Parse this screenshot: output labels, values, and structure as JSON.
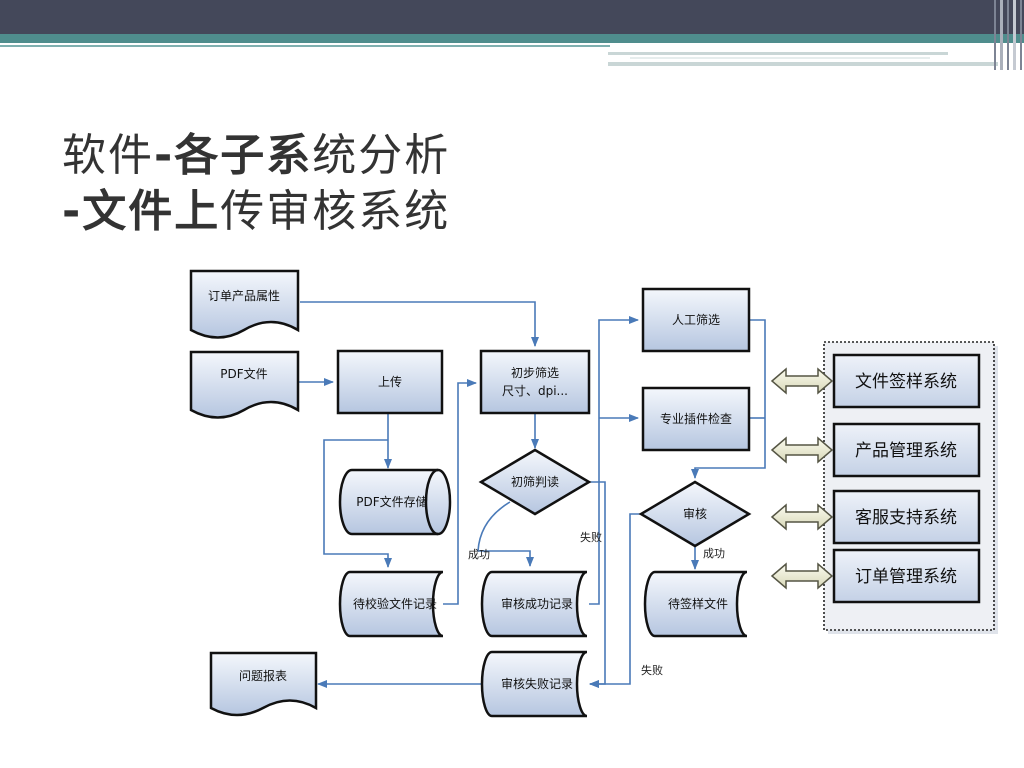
{
  "slide": {
    "title_line1": {
      "p1": "软件",
      "p2": "-各子系",
      "p3": "统分析"
    },
    "title_line2": {
      "p1": "-文件上",
      "p2": "传审核系统"
    }
  },
  "flowchart": {
    "nodes": {
      "order_attrs": "订单产品属性",
      "pdf_file": "PDF文件",
      "upload": "上传",
      "prefilter_line1": "初步筛选",
      "prefilter_line2": "尺寸、dpi...",
      "manual_filter": "人工筛选",
      "plugin_check": "专业插件检查",
      "pdf_storage": "PDF文件存储",
      "prefilter_decision": "初筛判读",
      "review_decision": "审核",
      "pending_check_record": "待校验文件记录",
      "review_success_record": "审核成功记录",
      "pending_sign_file": "待签样文件",
      "problem_report": "问题报表",
      "review_fail_record": "审核失败记录"
    },
    "edge_labels": {
      "success_1": "成功",
      "fail_1": "失败",
      "success_2": "成功",
      "fail_2": "失败"
    },
    "systems": [
      "文件签样系统",
      "产品管理系统",
      "客服支持系统",
      "订单管理系统"
    ]
  }
}
